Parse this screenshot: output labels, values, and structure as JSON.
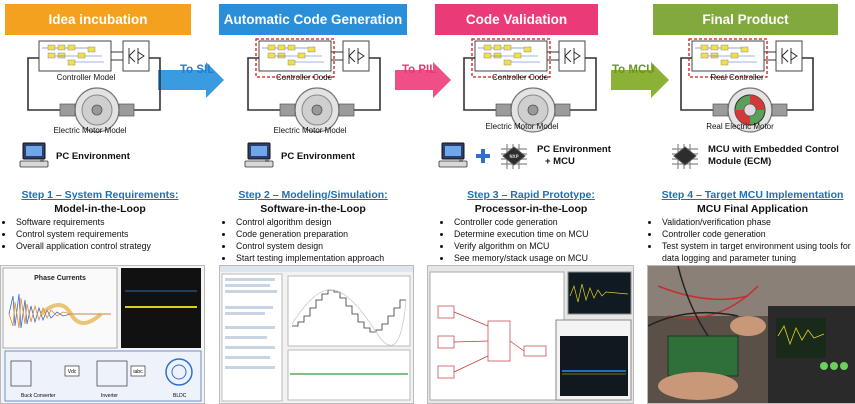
{
  "stages": [
    {
      "title": "Idea incubation",
      "color": "#f4a11f",
      "controller": "Controller Model",
      "motor": "Electric Motor Model",
      "env": "PC Environment",
      "step": "Step 1 – System Requirements:",
      "sub": "Model-in-the-Loop",
      "bullets": [
        "Software requirements",
        "Control system requirements",
        "Overall application control strategy"
      ]
    },
    {
      "title": "Automatic Code Generation",
      "color": "#2a8fd8",
      "controller": "Controller Code",
      "motor": "Electric Motor Model",
      "env": "PC Environment",
      "step": "Step 2 – Modeling/Simulation:",
      "sub": "Software-in-the-Loop",
      "bullets": [
        "Control algorithm design",
        "Code generation preparation",
        "Control system design",
        "Start testing implementation approach"
      ]
    },
    {
      "title": "Code Validation",
      "color": "#ea3a78",
      "controller": "Controller Code",
      "motor": "Electric Motor Model",
      "env": "PC Environment",
      "env_sub": "+ MCU",
      "step": "Step 3 – Rapid Prototype:",
      "sub": "Processor-in-the-Loop",
      "bullets": [
        "Controller code generation",
        "Determine execution time on MCU",
        "Verify algorithm on MCU",
        "See memory/stack usage on MCU"
      ]
    },
    {
      "title": "Final Product",
      "color": "#82a93d",
      "controller": "Real Controller",
      "motor": "Real Electric Motor",
      "env": "MCU with Embedded Control",
      "env_sub": "Module (ECM)",
      "step": "Step 4 – Target MCU Implementation",
      "sub": "MCU Final Application",
      "bullets": [
        "Validation/verification phase",
        "Controller code generation",
        "Test system in target environment using tools for data logging and parameter tuning"
      ]
    }
  ],
  "transitions": [
    {
      "label": "To SIL",
      "color": "#3a9be0"
    },
    {
      "label": "To PIL",
      "color": "#ef4f86"
    },
    {
      "label": "To MCU",
      "color": "#8bb236"
    }
  ],
  "screenshots": {
    "s1": {
      "title": "Phase Currents",
      "labels": [
        "Buck Converter",
        "Inverter",
        "BLDC",
        "Vdc",
        "iabc"
      ]
    }
  },
  "icons": [
    "pc-icon",
    "mcu-chip-icon",
    "plus-icon",
    "motor-icon",
    "controller-icon"
  ]
}
